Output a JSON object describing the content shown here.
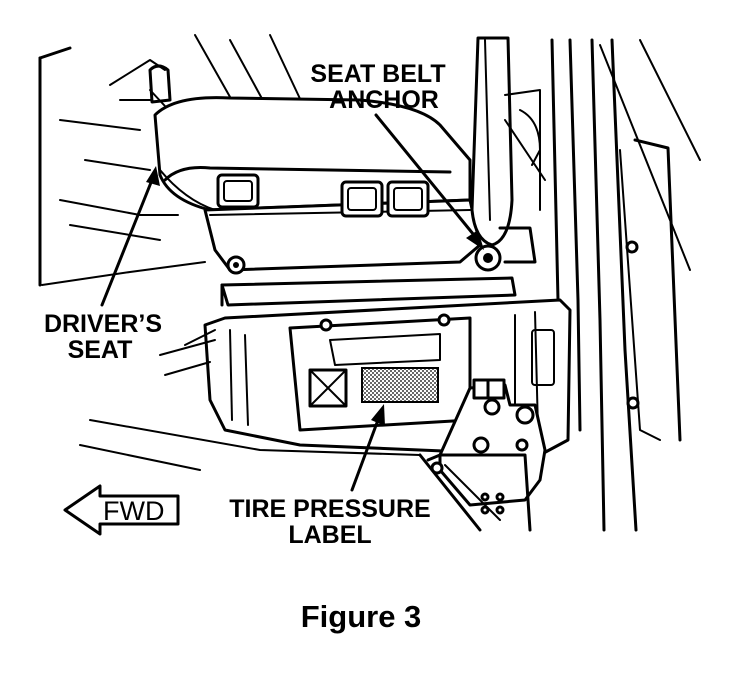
{
  "labels": {
    "seat_belt_anchor_line1": "SEAT BELT",
    "seat_belt_anchor_line2": "ANCHOR",
    "drivers_seat_line1": "DRIVER’S",
    "drivers_seat_line2": "SEAT",
    "tire_pressure_line1": "TIRE PRESSURE",
    "tire_pressure_line2": "LABEL",
    "fwd": "FWD",
    "caption": "Figure 3"
  },
  "colors": {
    "ink": "#000000",
    "paper": "#ffffff"
  }
}
